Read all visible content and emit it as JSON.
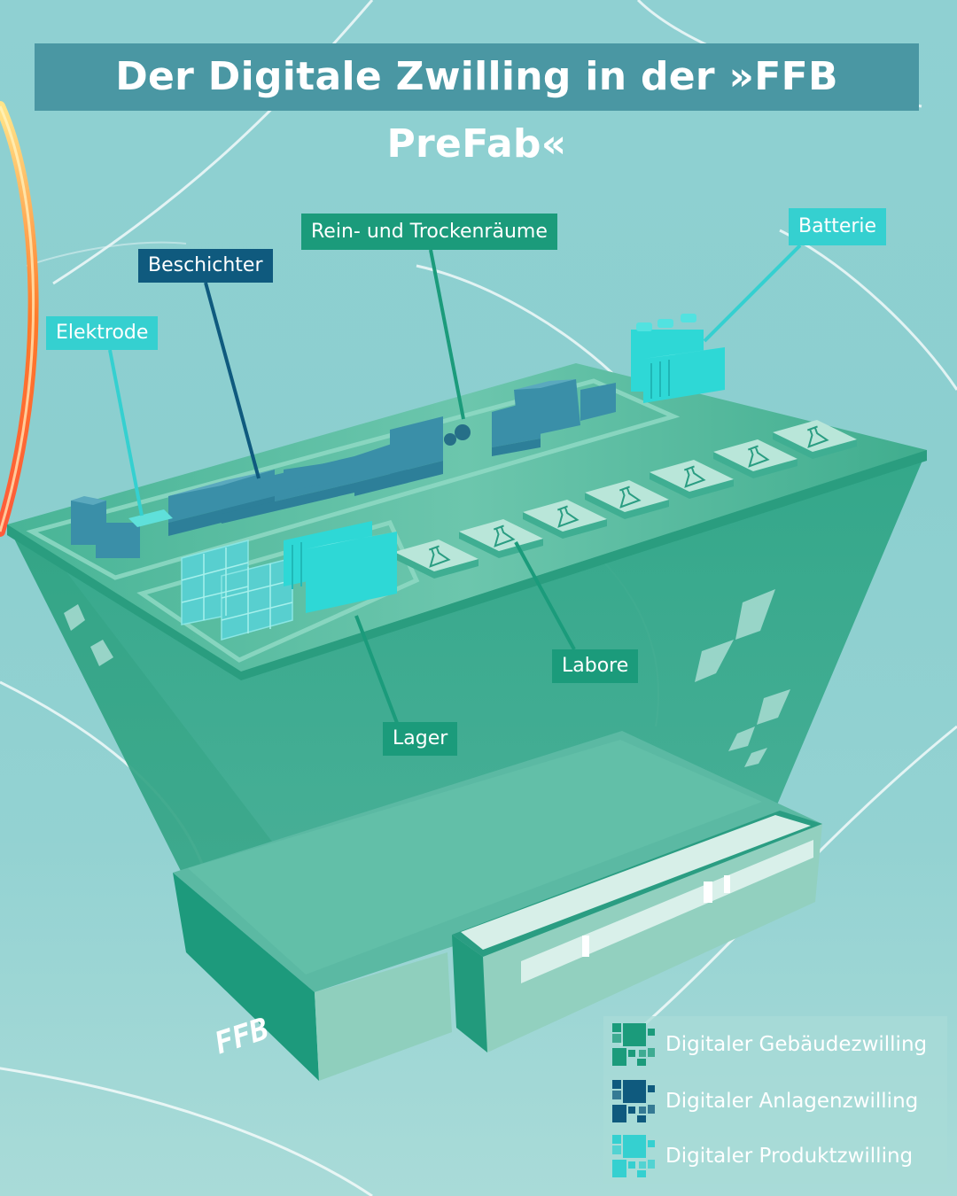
{
  "title": "Der Digitale Zwilling in der »FFB PreFab«",
  "building_logo": "FFB",
  "labels": {
    "elektrode": "Elektrode",
    "beschichter": "Beschichter",
    "rein_trocken": "Rein- und Trockenräume",
    "batterie": "Batterie",
    "labore": "Labore",
    "lager": "Lager"
  },
  "legend": [
    {
      "label": "Digitaler Gebäudezwilling",
      "color": "#1b9b7b",
      "icon": "building-twin-icon"
    },
    {
      "label": "Digitaler Anlagenzwilling",
      "color": "#0f5a7e",
      "icon": "plant-twin-icon"
    },
    {
      "label": "Digitaler Produktzwilling",
      "color": "#35d0d0",
      "icon": "product-twin-icon"
    }
  ],
  "colors": {
    "building_green": "#1b9b7b",
    "plant_navy": "#0f5a7e",
    "product_cyan": "#35d0d0",
    "title_bar": "#4a97a3",
    "background": "#8fd0d2"
  }
}
